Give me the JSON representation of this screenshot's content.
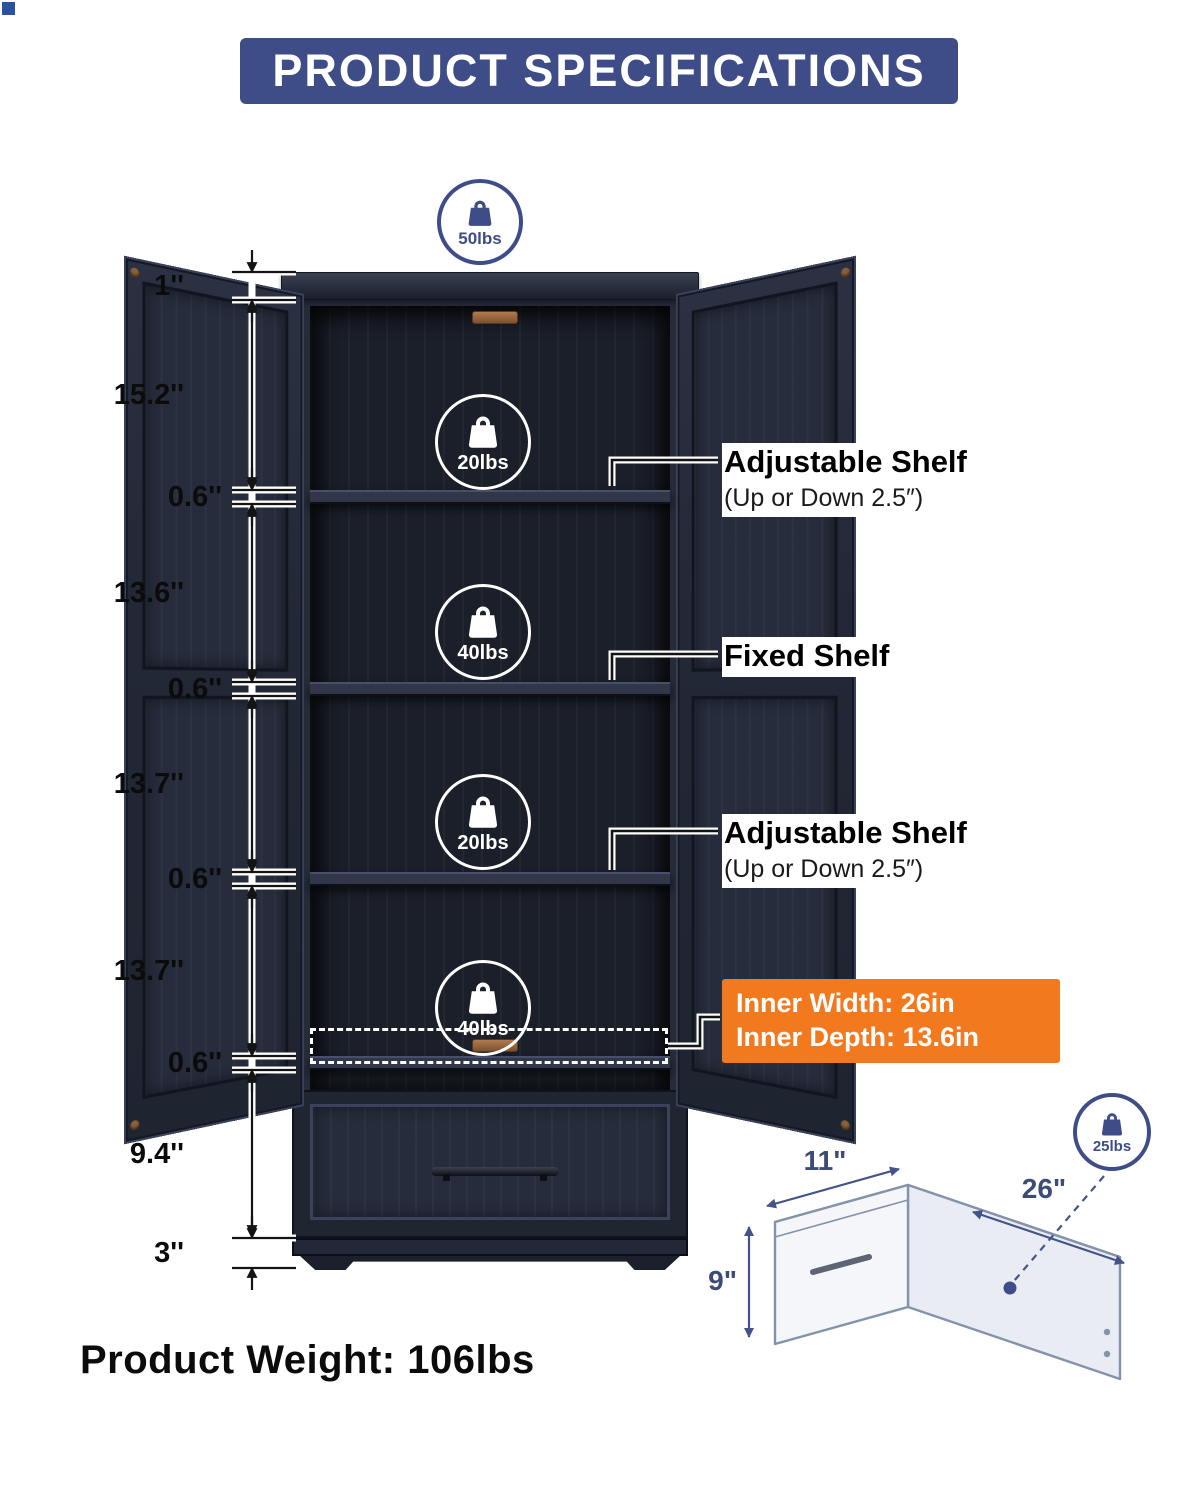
{
  "title": "PRODUCT SPECIFICATIONS",
  "capacities": {
    "top": "50lbs",
    "shelf1": "20lbs",
    "shelf2": "40lbs",
    "shelf3": "20lbs",
    "shelf4": "40lbs",
    "drawer": "25lbs"
  },
  "dims": [
    "1''",
    "15.2''",
    "0.6''",
    "13.6''",
    "0.6''",
    "13.7''",
    "0.6''",
    "13.7''",
    "0.6''",
    "9.4''",
    "3''"
  ],
  "callouts": {
    "adjustable_top": {
      "title": "Adjustable Shelf",
      "subtitle": "(Up or Down 2.5″)"
    },
    "fixed": {
      "title": "Fixed Shelf"
    },
    "adjustable_bottom": {
      "title": "Adjustable Shelf",
      "subtitle": "(Up or Down 2.5″)"
    },
    "inner_width": "Inner Width: 26in",
    "inner_depth": "Inner Depth: 13.6in"
  },
  "drawer_diagram": {
    "front_width": "11\"",
    "depth": "26\"",
    "height": "9\""
  },
  "product_weight": "Product Weight: 106lbs",
  "colors": {
    "banner": "#3E4D88",
    "cabinet": "#232836",
    "callout_orange": "#F2791E",
    "dimension_blue": "#44548A"
  }
}
